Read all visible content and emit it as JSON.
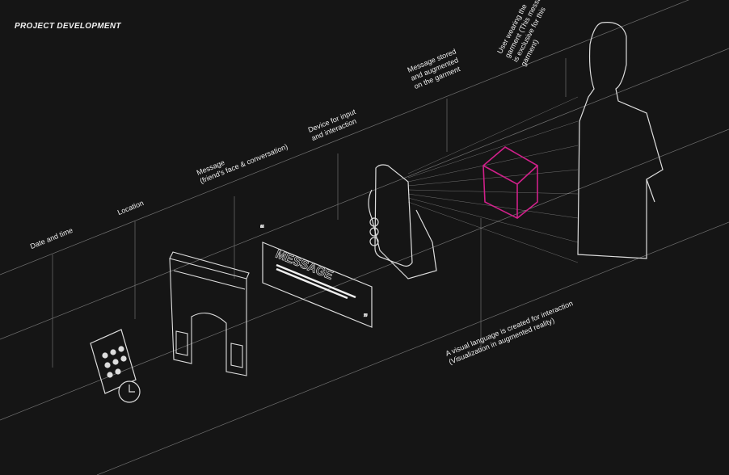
{
  "title": "PROJECT DEVELOPMENT",
  "labels": {
    "date_time": "Date and time",
    "location": "Location",
    "message": "Message\n(friend's face & conversation)",
    "device": "Device for input\nand interaction",
    "stored": "Message stored\nand augmented\non the garment",
    "user": "User wearing the\ngarment (This message\nis exclusive for this\ngarment)",
    "visual_language": "A visual language is created for interaction\n(Visualization in augmented reality)"
  },
  "message_card": {
    "heading": "MESSAGE"
  },
  "colors": {
    "background": "#151515",
    "line": "#9a9a9a",
    "accent": "#d0208a"
  }
}
